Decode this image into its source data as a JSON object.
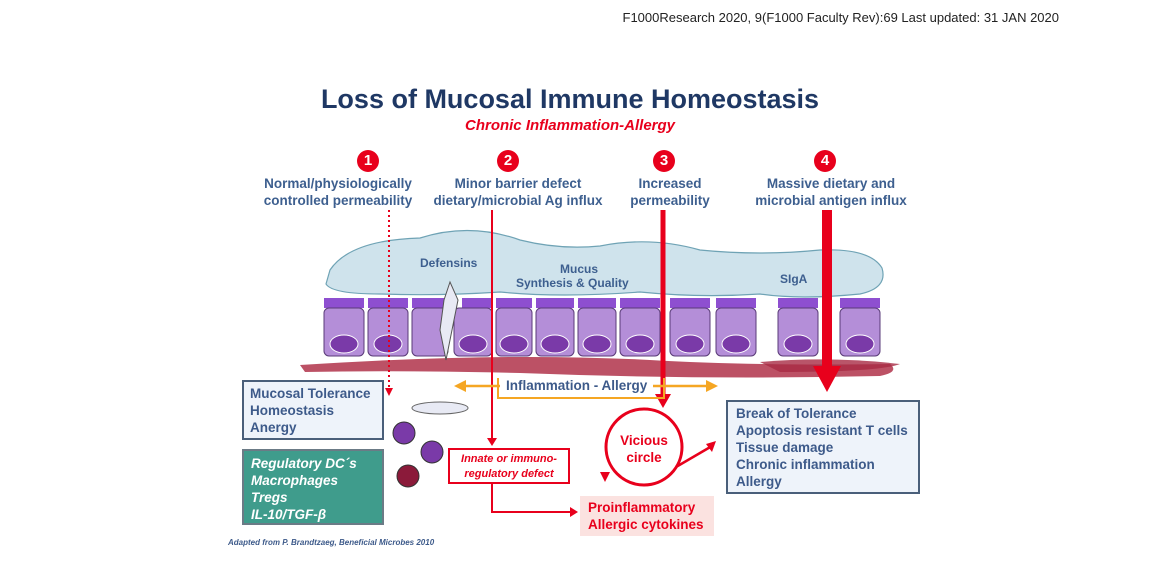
{
  "header": {
    "citation": "F1000Research 2020, 9(F1000 Faculty Rev):69 Last updated: 31 JAN 2020"
  },
  "figure": {
    "title": "Loss of Mucosal Immune Homeostasis",
    "subtitle": "Chronic Inflammation-Allergy",
    "steps": [
      {
        "number": "1",
        "line1": "Normal/physiologically",
        "line2": "controlled permeability"
      },
      {
        "number": "2",
        "line1": "Minor barrier defect",
        "line2": "dietary/microbial Ag influx"
      },
      {
        "number": "3",
        "line1": "Increased",
        "line2": "permeability"
      },
      {
        "number": "4",
        "line1": "Massive dietary and",
        "line2": "microbial antigen influx"
      }
    ],
    "mucus_labels": {
      "defensins": "Defensins",
      "mucus": "Mucus",
      "synthesis": "Synthesis & Quality",
      "siga": "SIgA"
    },
    "inflammation_label": "Inflammation - Allergy",
    "tolerance_box": [
      "Mucosal Tolerance",
      "Homeostasis",
      "Anergy"
    ],
    "regulatory_box": [
      "Regulatory DC´s",
      "Macrophages",
      "Tregs",
      "IL-10/TGF-β"
    ],
    "defect_box": [
      "Innate or immuno-",
      "regulatory defect"
    ],
    "vicious_circle": [
      "Vicious",
      "circle"
    ],
    "cytokines_box": [
      "Proinflammatory",
      "Allergic cytokines"
    ],
    "outcome_box": [
      "Break of Tolerance",
      "Apoptosis resistant T cells",
      "Tissue damage",
      "Chronic inflammation",
      "Allergy"
    ],
    "credit": "Adapted from P. Brandtzaeg, Beneficial Microbes 2010"
  },
  "colors": {
    "title_navy": "#1f3864",
    "accent_red": "#e8001c",
    "label_blue": "#3d5f8f",
    "teal": "#3f9c8c",
    "cell_purple": "#b48ed8",
    "mucus_blue": "#cfe3ec",
    "orange_arrow": "#f5a623"
  }
}
